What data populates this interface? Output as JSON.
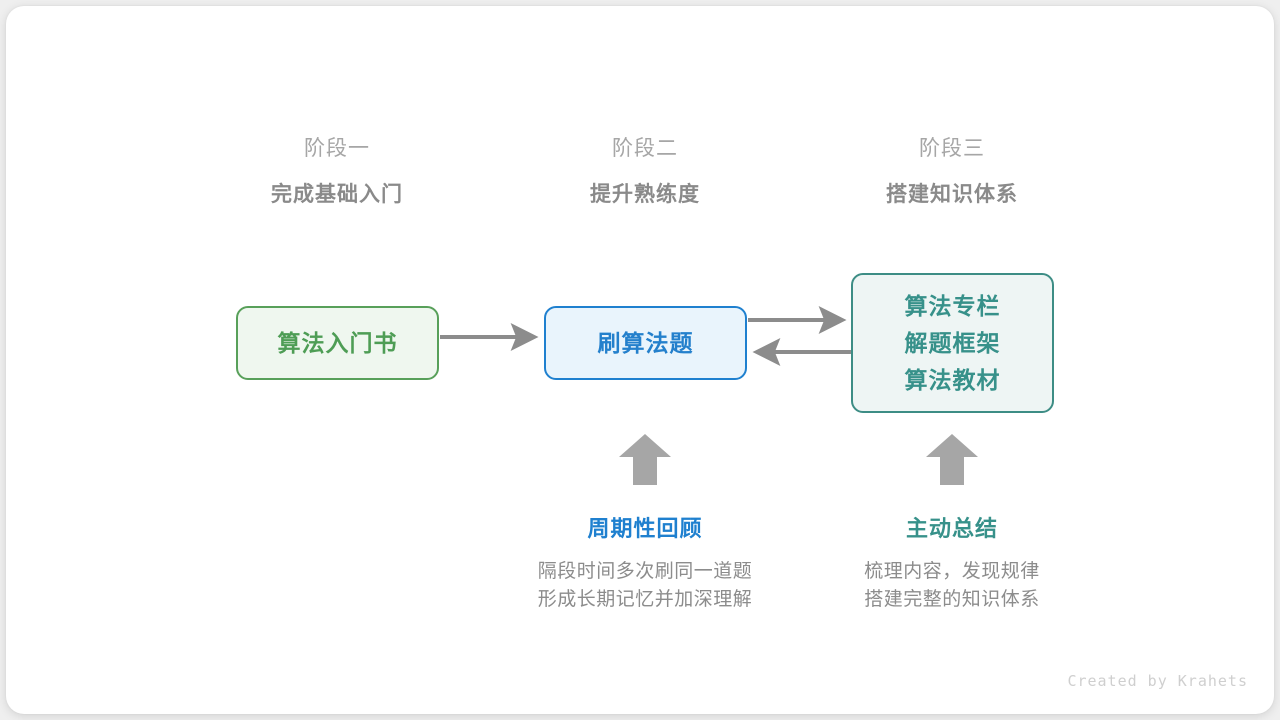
{
  "canvas": {
    "background": "#ffffff",
    "page_background": "#efefef"
  },
  "stages": [
    {
      "name": "阶段一",
      "goal": "完成基础入门"
    },
    {
      "name": "阶段二",
      "goal": "提升熟练度"
    },
    {
      "name": "阶段三",
      "goal": "搭建知识体系"
    }
  ],
  "nodes": {
    "book": {
      "lines": [
        "算法入门书"
      ],
      "border_color": "#58a05a",
      "fill": "#eff7ef",
      "text_color": "#4e9d55"
    },
    "practice": {
      "lines": [
        "刷算法题"
      ],
      "border_color": "#1f80cf",
      "fill": "#e9f4fc",
      "text_color": "#2480cc"
    },
    "resources": {
      "lines": [
        "算法专栏",
        "解题框架",
        "算法教材"
      ],
      "border_color": "#3d8d85",
      "fill": "#eef5f4",
      "text_color": "#37918a"
    }
  },
  "connectors": {
    "color": "#8c8c8c",
    "book_to_practice": "arrow-right",
    "practice_to_resources": "arrow-right",
    "resources_to_practice": "arrow-left",
    "review_up": "arrow-up",
    "summary_up": "arrow-up"
  },
  "notes": [
    {
      "title": "周期性回顾",
      "title_color": "#1f80cf",
      "body_lines": [
        "隔段时间多次刷同一道题",
        "形成长期记忆并加深理解"
      ]
    },
    {
      "title": "主动总结",
      "title_color": "#37918a",
      "body_lines": [
        "梳理内容，发现规律",
        "搭建完整的知识体系"
      ]
    }
  ],
  "watermark": "Created by Krahets"
}
